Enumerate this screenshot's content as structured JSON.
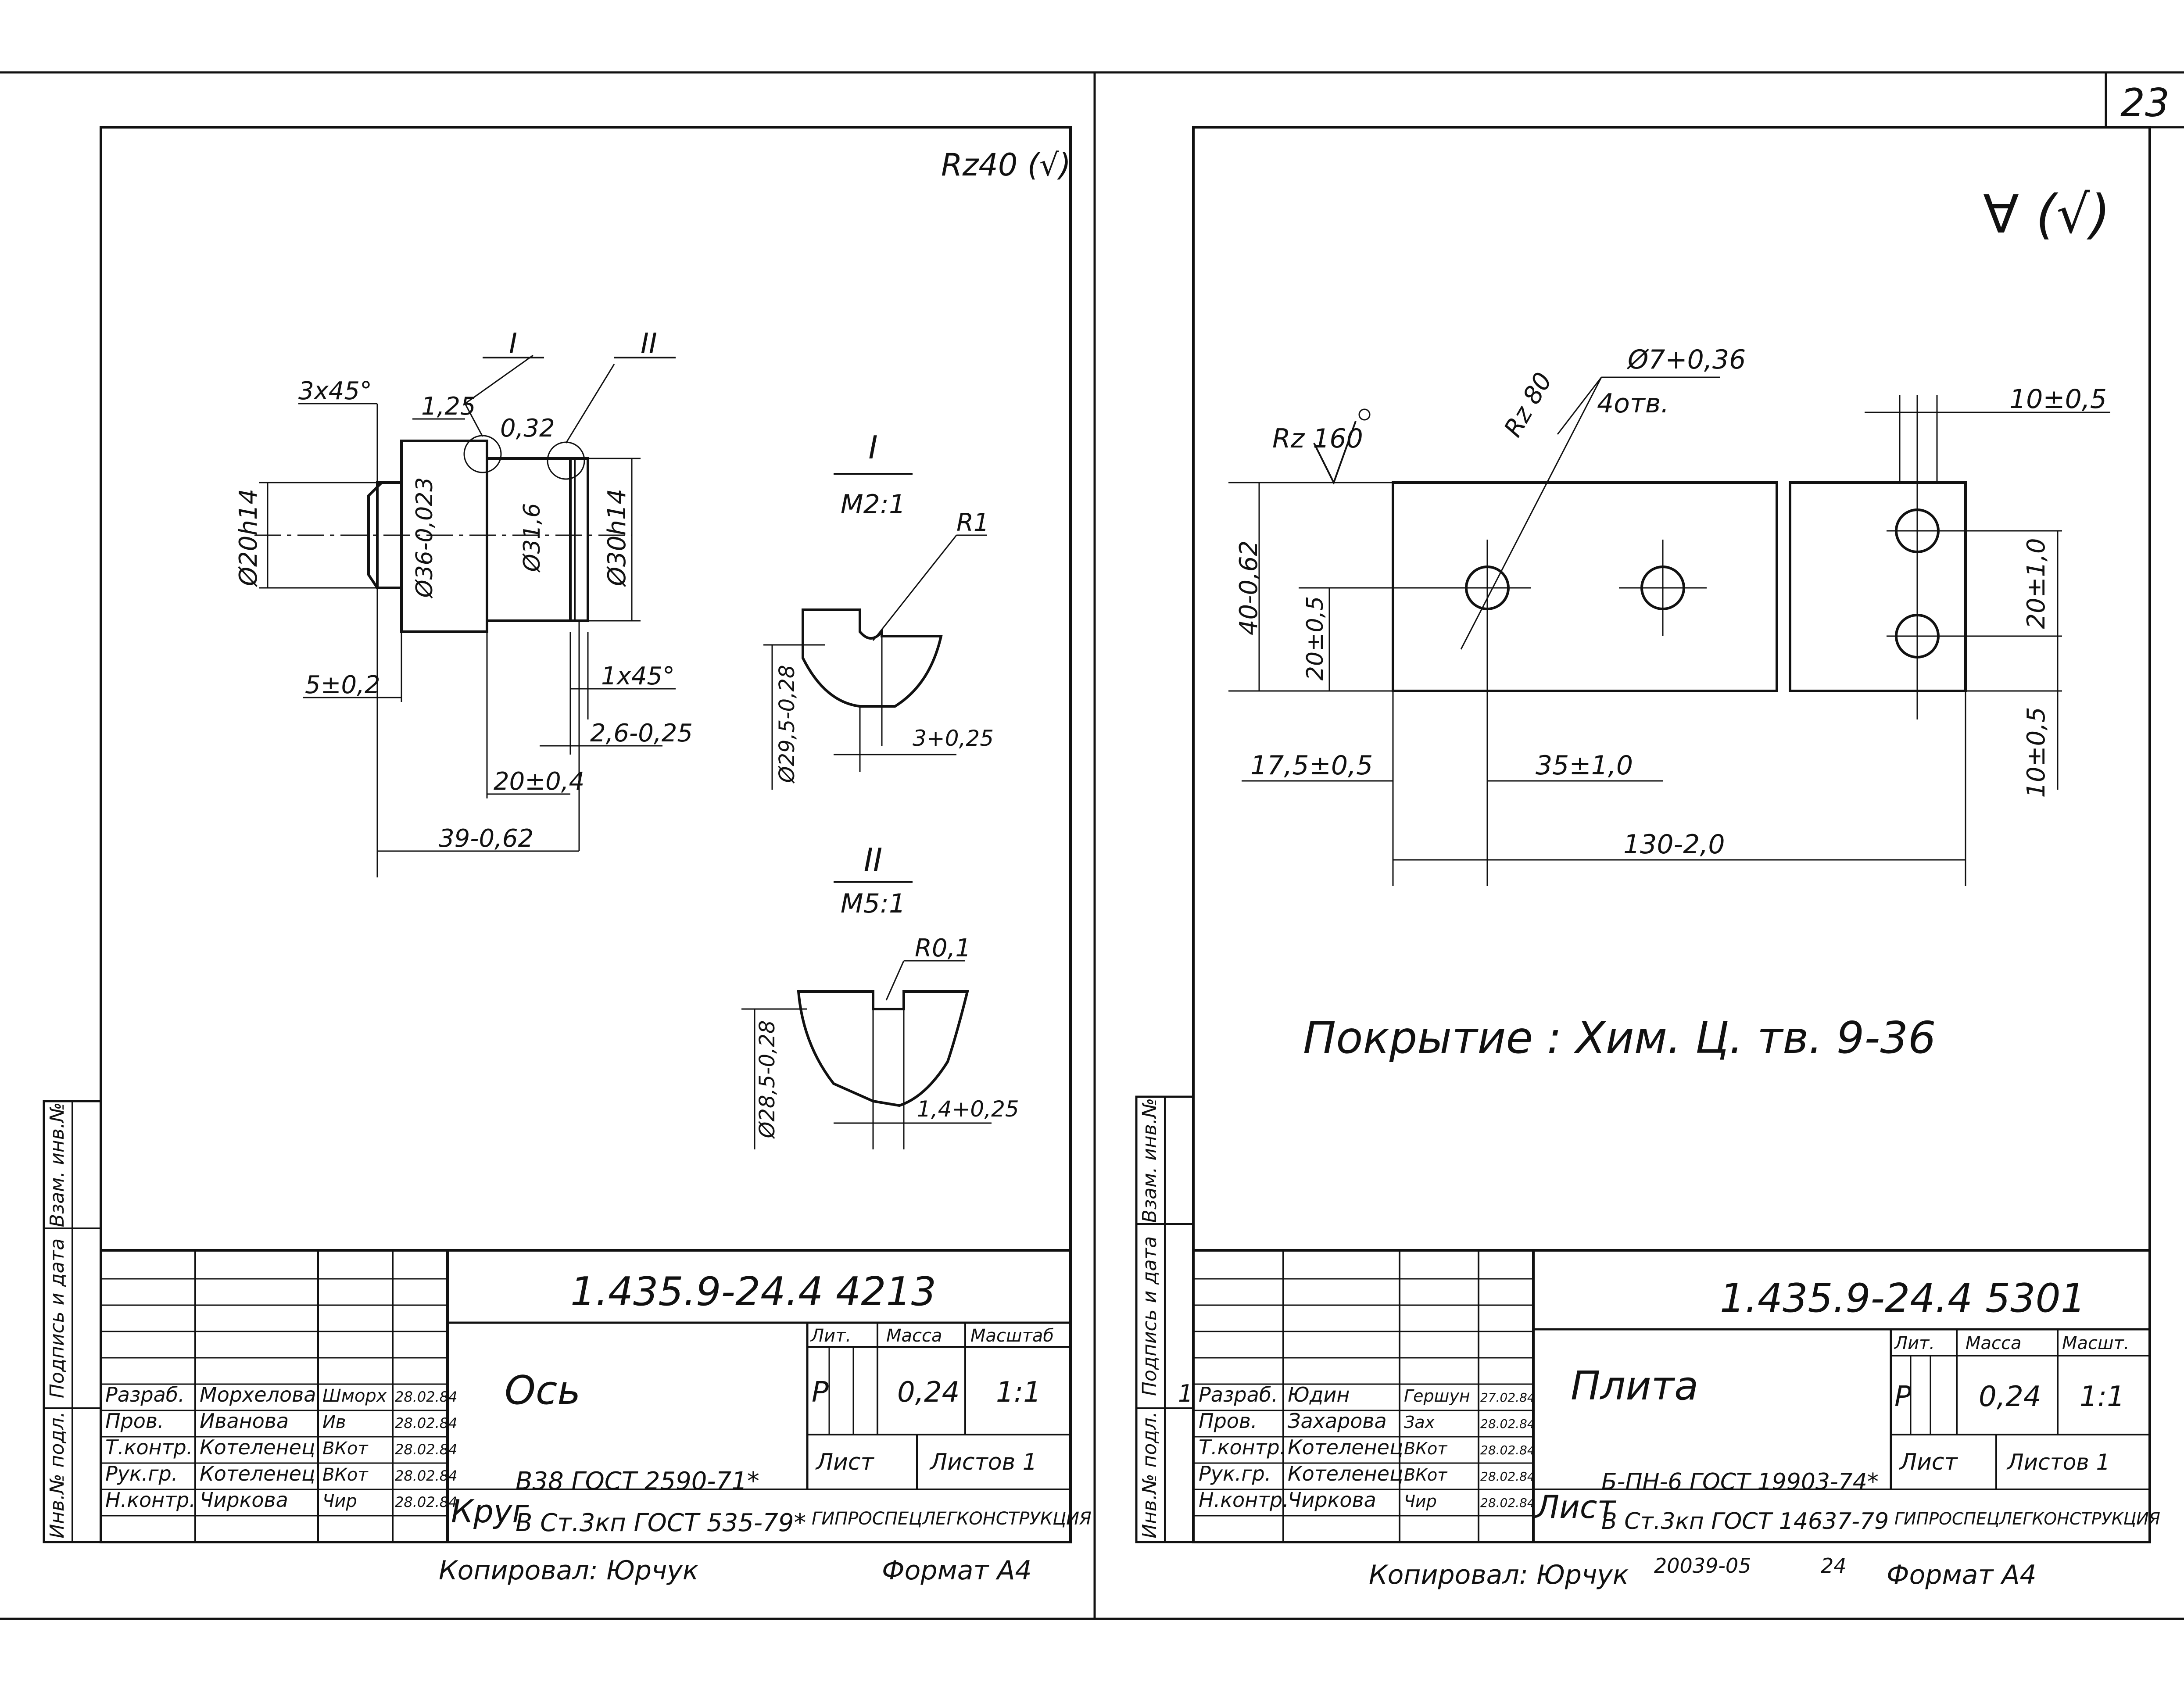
{
  "page_number": "23",
  "left_sheet": {
    "roughness_corner": "Rz40 (√)",
    "view_labels": {
      "detail_1": "I",
      "detail_2": "II"
    },
    "dims": {
      "chamfer_left": "3x45°",
      "d_125": "1,25",
      "d_032": "0,32",
      "dia_20": "Ø20h14",
      "dia_36": "Ø36-0,023",
      "dia_316": "Ø31,6",
      "dia_30": "Ø30h14",
      "d_5": "5±0,2",
      "chamfer_right": "1x45°",
      "d_26": "2,6-0,25",
      "d_20": "20±0,4",
      "d_39": "39-0,62"
    },
    "detail_1": {
      "title": "I",
      "scale": "М2:1",
      "radius": "R1",
      "dia": "Ø29,5-0,28",
      "width": "3+0,25"
    },
    "detail_2": {
      "title": "II",
      "scale": "М5:1",
      "radius": "R0,1",
      "dia": "Ø28,5-0,28",
      "width": "1,4+0,25"
    },
    "title_block": {
      "code": "1.435.9-24.4  4213",
      "name": "Ось",
      "lit_header": "Лит.",
      "mass_header": "Масса",
      "scale_header": "Масштаб",
      "lit": "Р",
      "mass": "0,24",
      "scale": "1:1",
      "sheet": "Лист",
      "sheets": "Листов 1",
      "material_prefix": "Круг",
      "material_line1": "В38 ГОСТ 2590-71*",
      "material_line2": "В Ст.3кп ГОСТ 535-79*",
      "organization": "ГИПРОСПЕЦЛЕГКОНСТРУКЦИЯ",
      "roles": [
        "Разраб.",
        "Пров.",
        "Т.контр.",
        "Рук.гр.",
        "Н.контр."
      ],
      "names": [
        "Морхелова",
        "Иванова",
        "Котеленец",
        "Котеленец",
        "Чиркова"
      ],
      "signatures": [
        "Шморх",
        "Ив",
        "ВКот",
        "ВКот",
        "Чир"
      ],
      "dates": [
        "28.02.84",
        "28.02.84",
        "28.02.84",
        "28.02.84",
        "28.02.84"
      ]
    },
    "copied_by": "Копировал: Юрчук",
    "format": "Формат А4",
    "side_labels": [
      "Взам. инв.№",
      "Подпись и дата",
      "Инв.№ подл."
    ]
  },
  "right_sheet": {
    "roughness_corner": "∀ (√)",
    "dims": {
      "rz160": "Rz 160",
      "rz80": "Rz 80",
      "hole": "Ø7+0,36",
      "holes_count": "4отв.",
      "d_10": "10±0,5",
      "h_40": "40-0,62",
      "h_20": "20±0,5",
      "h_20b": "20±1,0",
      "h_10b": "10±0,5",
      "d_175": "17,5±0,5",
      "d_35": "35±1,0",
      "d_130": "130-2,0"
    },
    "coating": "Покрытие : Хим. Ц. тв. 9-36",
    "title_block": {
      "code": "1.435.9-24.4  5301",
      "name": "Плита",
      "lit_header": "Лит.",
      "mass_header": "Масса",
      "scale_header": "Масшт.",
      "lit": "Р",
      "mass": "0,24",
      "scale": "1:1",
      "sheet": "Лист",
      "sheets": "Листов 1",
      "material_prefix": "Лист",
      "material_line1": "Б-ПН-6 ГОСТ 19903-74*",
      "material_line2": "В Ст.3кп ГОСТ 14637-79",
      "organization": "ГИПРОСПЕЦЛЕГКОНСТРУКЦИЯ",
      "roles": [
        "Разраб.",
        "Пров.",
        "Т.контр.",
        "Рук.гр.",
        "Н.контр."
      ],
      "names": [
        "Юдин",
        "Захарова",
        "Котеленец",
        "Котеленец",
        "Чиркова"
      ],
      "signatures": [
        "Гершун",
        "Зах",
        "ВКот",
        "ВКот",
        "Чир"
      ],
      "dates": [
        "27.02.84",
        "28.02.84",
        "28.02.84",
        "28.02.84",
        "28.02.84"
      ],
      "rev_mark": "1"
    },
    "copied_by": "Копировал: Юрчук",
    "order_number": "20039-05",
    "page_ref": "24",
    "format": "Формат А4",
    "side_labels": [
      "Взам. инв.№",
      "Подпись и дата",
      "Инв.№ подл."
    ]
  }
}
